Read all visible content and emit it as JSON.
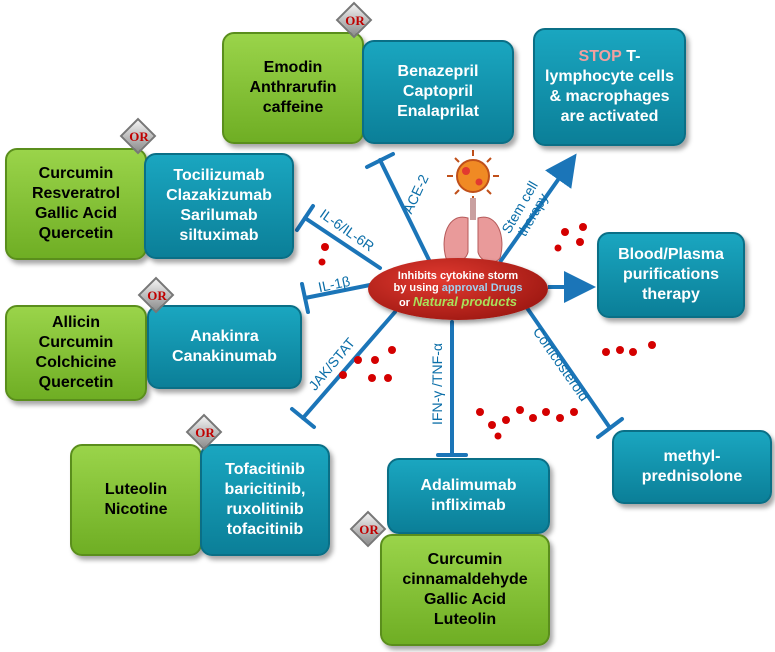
{
  "colors": {
    "green_box": "#7dbc2c",
    "teal_box": "#0e8fa9",
    "arrow": "#1b75b8",
    "hub": "#c4221a",
    "or_text": "#c00000",
    "dots": "#d40000"
  },
  "hub": {
    "line1": "Inhibits cytokine storm",
    "line2a": "by using ",
    "line2b": "approval Drugs",
    "line3a": "or ",
    "line3b": "Natural products"
  },
  "or_label": "OR",
  "boxes": {
    "emodin": "Emodin\nAnthrarufin\ncaffeine",
    "ace_drugs": "Benazepril\nCaptopril\nEnalaprilat",
    "stop": {
      "prefix": "STOP",
      "rest": " T-\nlymphocyte cells\n& macrophages\nare activated"
    },
    "curcumin1": "Curcumin\nResveratrol\nGallic Acid\nQuercetin",
    "il6_drugs": "Tocilizumab\nClazakizumab\nSarilumab\nsiltuximab",
    "blood": "Blood/Plasma\npurifications\ntherapy",
    "allicin": "Allicin\nCurcumin\nColchicine\nQuercetin",
    "il1_drugs": "Anakinra\nCanakinumab",
    "luteolin": "Luteolin\nNicotine",
    "jak_drugs": "Tofacitinib\nbaricitinib,\nruxolitinib\ntofacitinib",
    "methyl": "methyl-\nprednisolone",
    "tnf_drugs": "Adalimumab\ninfliximab",
    "curcumin2": "Curcumin\ncinnamaldehyde\nGallic Acid\nLuteolin"
  },
  "edges": {
    "ace2": "ACE-2",
    "il6": "IL-6/IL-6R",
    "il1": "IL-1β",
    "jak": "JAK/STAT",
    "tnf": "IFN-γ /TNF-α",
    "stem": "Stem cell\ntherapy",
    "cortico": "Corticosteroid"
  }
}
